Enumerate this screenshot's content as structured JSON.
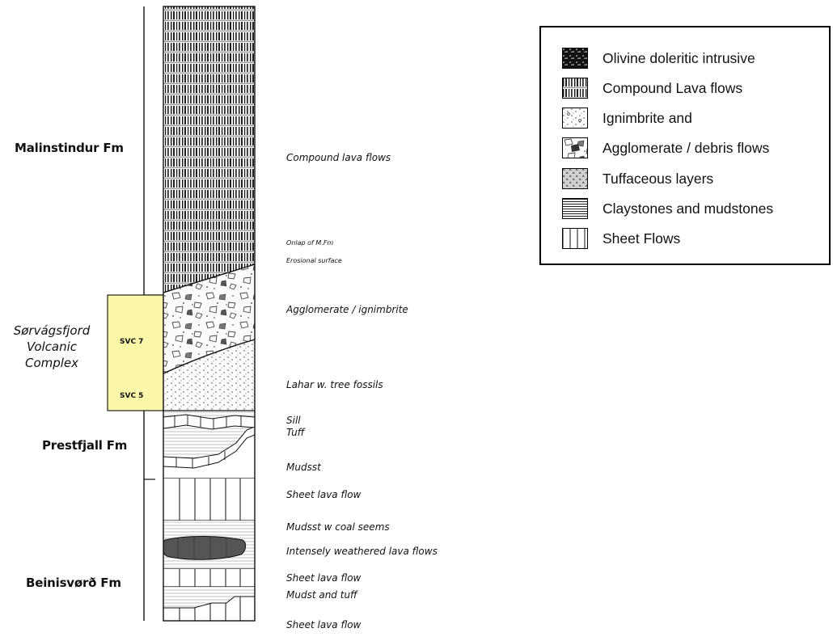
{
  "formations": {
    "malinstindur": "Malinstindur Fm",
    "prestfjall": "Prestfjall Fm",
    "beinisvord": "Beinisvørð Fm"
  },
  "complex": {
    "line1": "Sørvágsfjord",
    "line2": "Volcanic",
    "line3": "Complex",
    "svc_upper": "SVC 7",
    "svc_lower": "SVC 5",
    "box_color": "#fbf7a8"
  },
  "annotations": {
    "compound_lava": "Compound lava flows",
    "onlap": "Onlap of M.Fm",
    "erosional": "Erosional surface",
    "agglomerate": "Agglomerate / ignimbrite",
    "lahar": "Lahar w. tree fossils",
    "sill": "Sill",
    "tuff": "Tuff",
    "mudsst": "Mudsst",
    "sheet1": "Sheet lava flow",
    "mudsst_coal": "Mudsst w coal seems",
    "weathered": "Intensely weathered lava flows",
    "sheet2": "Sheet lava flow",
    "mudst_tuff": "Mudst and tuff",
    "sheet3": "Sheet lava flow"
  },
  "legend": {
    "items": [
      {
        "label": "Olivine doleritic intrusive",
        "icon": "olivine-doleritic-swatch"
      },
      {
        "label": "Compound Lava flows",
        "icon": "compound-lava-swatch"
      },
      {
        "label": "Ignimbrite and",
        "icon": "ignimbrite-swatch"
      },
      {
        "label": "Agglomerate / debris flows",
        "icon": "agglomerate-swatch"
      },
      {
        "label": "Tuffaceous layers",
        "icon": "tuffaceous-swatch"
      },
      {
        "label": "Claystones and mudstones",
        "icon": "claystone-swatch"
      },
      {
        "label": "Sheet Flows",
        "icon": "sheet-flows-swatch"
      }
    ]
  }
}
